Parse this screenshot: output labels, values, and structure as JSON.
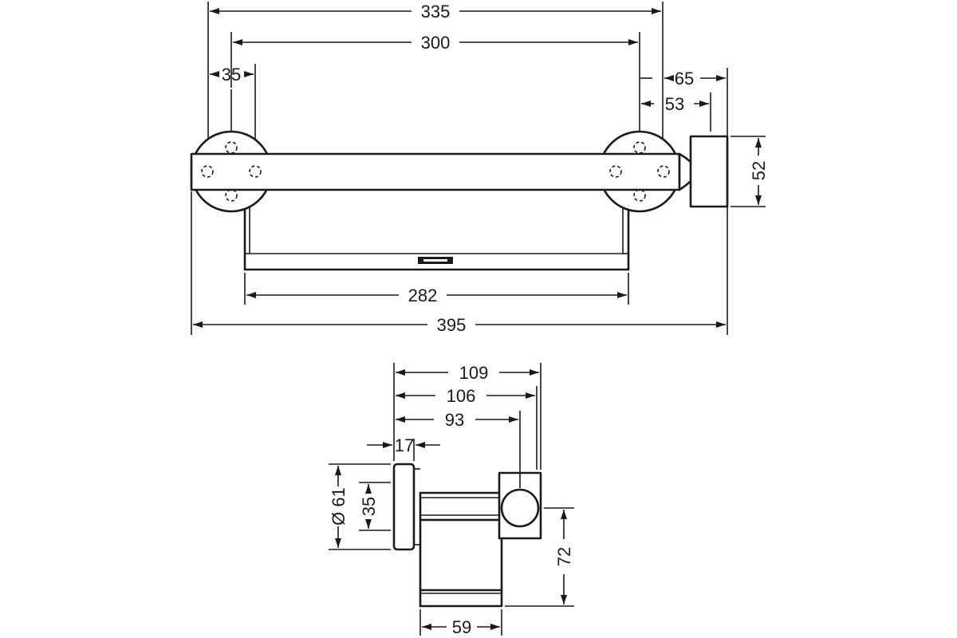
{
  "front_view": {
    "dim_overall_top": "335",
    "dim_holder_span": "300",
    "dim_flange_holes": "35",
    "dim_right_outer": "65",
    "dim_right_inner": "53",
    "dim_end_height": "52",
    "dim_shelf": "282",
    "dim_overall": "395"
  },
  "side_view": {
    "dim_depth_total": "109",
    "dim_depth_106": "106",
    "dim_depth_93": "93",
    "dim_flange_thickness": "17",
    "dim_flange_diameter": "Ø 61",
    "dim_hole_spacing": "35",
    "dim_height": "72",
    "dim_body_width": "59"
  },
  "colors": {
    "line": "#1a1a1a",
    "background": "#ffffff"
  }
}
